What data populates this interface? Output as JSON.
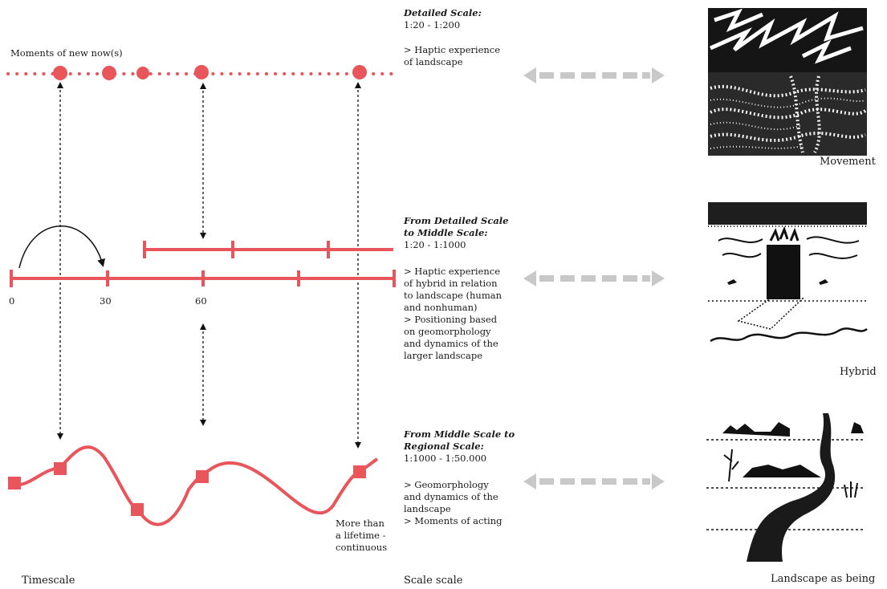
{
  "colors": {
    "accent": "#e8555a",
    "arrow_gray": "#c8c8c8",
    "ink": "#111111"
  },
  "timescale": {
    "moments_label": "Moments of new now(s)",
    "tick_labels": [
      "0",
      "30",
      "60"
    ],
    "continuous_label": [
      "More than",
      "a lifetime -",
      "continuous"
    ],
    "footer": "Timescale"
  },
  "scales": {
    "detailed": {
      "heading": [
        "Detailed Scale:"
      ],
      "ratio": "1:20 - 1:200",
      "notes": [
        "> Haptic experience",
        "of landscape"
      ]
    },
    "middle": {
      "heading": [
        "From Detailed Scale",
        "to Middle Scale:"
      ],
      "ratio": "1:20 - 1:1000",
      "notes": [
        "> Haptic experience",
        "of hybrid in relation",
        "to landscape (human",
        "and nonhuman)",
        "> Positioning based",
        "on geomorphology",
        "and dynamics of the",
        "larger landscape"
      ]
    },
    "regional": {
      "heading": [
        "From Middle Scale to",
        "Regional Scale:"
      ],
      "ratio": "1:1000 - 1:50.000",
      "notes": [
        "> Geomorphology",
        "and dynamics of the",
        "landscape",
        "> Moments of acting"
      ]
    },
    "footer": "Scale scale"
  },
  "landscape": {
    "captions": [
      "Movement",
      "Hybrid"
    ],
    "footer": "Landscape as being"
  }
}
